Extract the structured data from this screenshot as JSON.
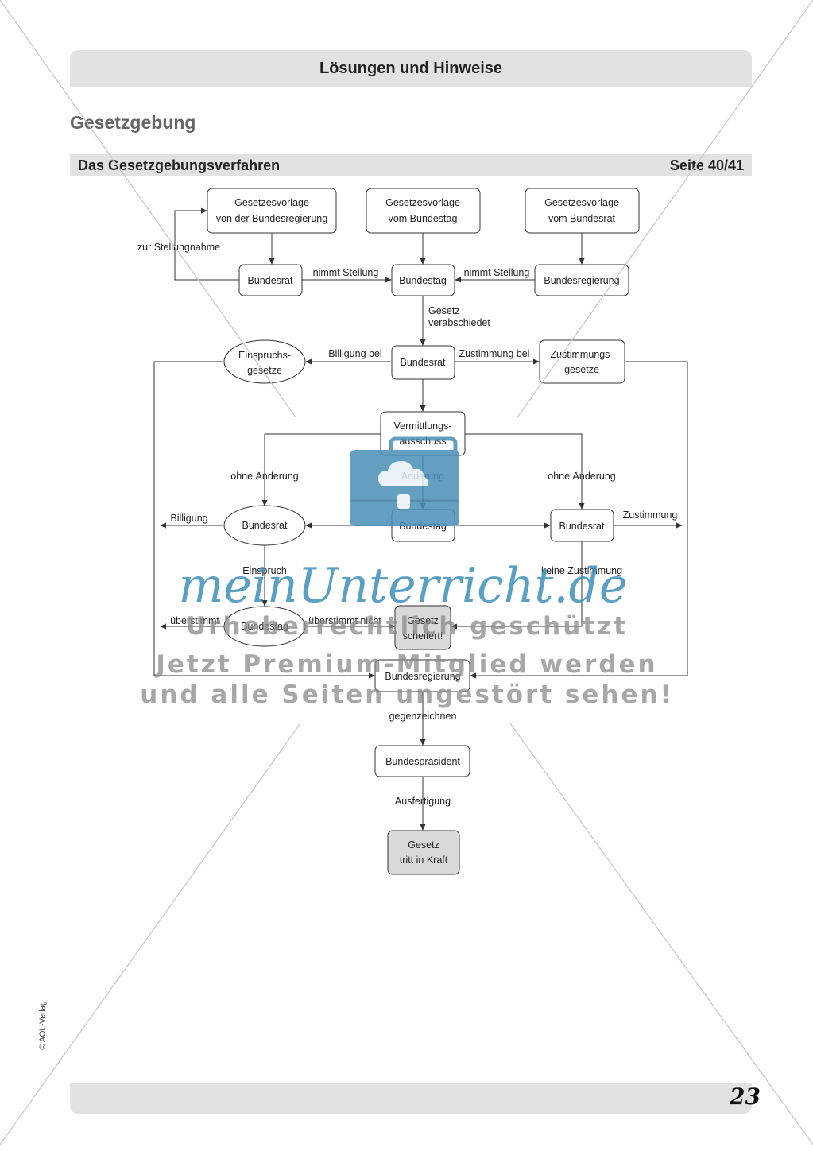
{
  "header": {
    "title": "Lösungen und Hinweise"
  },
  "section": {
    "title": "Gesetzgebung"
  },
  "subheader": {
    "left": "Das Gesetzgebungsverfahren",
    "right": "Seite 40/41"
  },
  "diagram": {
    "nodes": {
      "vorlage_br1": "Gesetzesvorlage",
      "vorlage_br2": "von der Bundesregierung",
      "vorlage_bt1": "Gesetzesvorlage",
      "vorlage_bt2": "vom Bundestag",
      "vorlage_bra1": "Gesetzesvorlage",
      "vorlage_bra2": "vom Bundesrat",
      "bundesrat_1": "Bundesrat",
      "bundestag_1": "Bundestag",
      "bundesregierung_1": "Bundesregierung",
      "bundesrat_2": "Bundesrat",
      "einspruch1": "Einspruchs-",
      "einspruch2": "gesetze",
      "zustimmung1": "Zustimmungs-",
      "zustimmung2": "gesetze",
      "vermittlung1": "Vermittlungs-",
      "vermittlung2": "ausschuss",
      "bundesrat_left": "Bundesrat",
      "bundestag_mid": "Bundestag",
      "bundesrat_right": "Bundesrat",
      "bundestag_low": "Bundestag",
      "scheitert1": "Gesetz",
      "scheitert2": "scheitert!",
      "bundesregierung_2": "Bundesregierung",
      "praesident": "Bundespräsident",
      "kraft1": "Gesetz",
      "kraft2": "tritt in Kraft"
    },
    "labels": {
      "stellungnahme": "zur Stellungnahme",
      "nimmt_stellung_l": "nimmt Stellung",
      "nimmt_stellung_r": "nimmt Stellung",
      "gesetz1": "Gesetz",
      "gesetz2": "verabschiedet",
      "billigung_bei": "Billigung bei",
      "zustimmung_bei": "Zustimmung bei",
      "ohne_aenderung_l": "ohne Änderung",
      "aenderung": "Änderung",
      "ohne_aenderung_r": "ohne Änderung",
      "billigung": "Billigung",
      "zustimmung": "Zustimmung",
      "einspruch": "Einspruch",
      "keine_zustimmung": "keine Zustimmung",
      "ueberstimmt": "überstimmt",
      "ueberstimmt_nicht": "überstimmt nicht",
      "gegenzeichnen": "gegenzeichnen",
      "ausfertigung": "Ausfertigung"
    }
  },
  "watermark": {
    "brand": "meinUnterricht.de",
    "line1": "Urheberrechtlich geschützt",
    "line2": "Jetzt Premium-Mitglied werden",
    "line3": "und alle Seiten ungestört sehen!"
  },
  "footer": {
    "copyright": "© AOL-Verlag",
    "page_number": "23"
  }
}
